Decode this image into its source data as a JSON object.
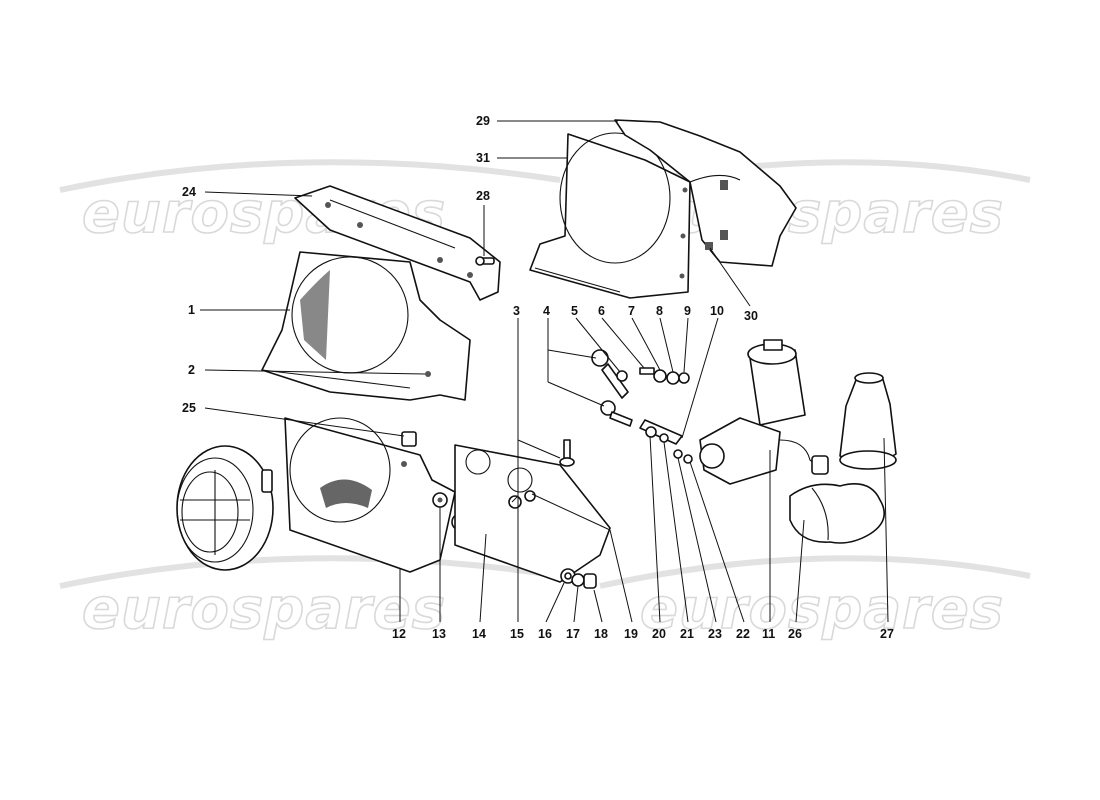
{
  "watermark": "eurospares",
  "callouts": [
    "1",
    "2",
    "3",
    "4",
    "5",
    "6",
    "7",
    "8",
    "9",
    "10",
    "11",
    "12",
    "13",
    "14",
    "15",
    "16",
    "17",
    "18",
    "19",
    "20",
    "21",
    "22",
    "23",
    "24",
    "25",
    "26",
    "27",
    "28",
    "29",
    "30",
    "31"
  ],
  "colors": {
    "line": "#111111",
    "background": "#ffffff",
    "watermark": "#d9d9d9"
  }
}
